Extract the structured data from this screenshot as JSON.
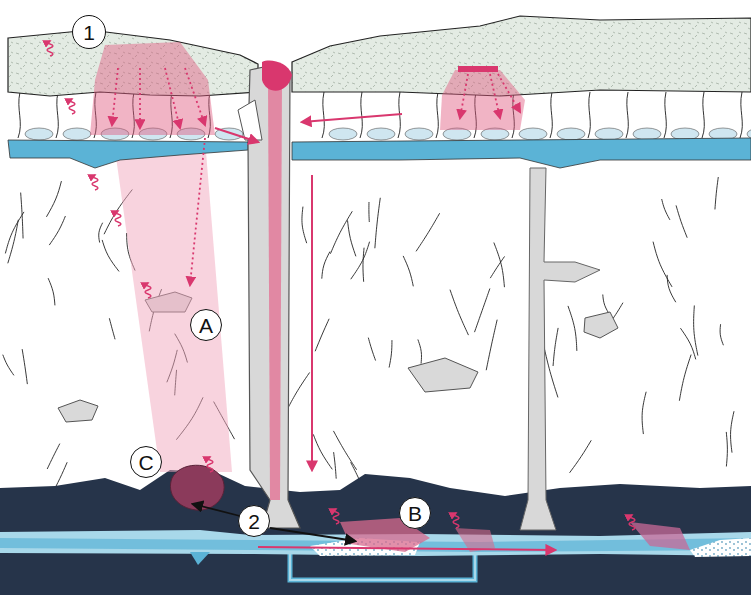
{
  "diagram": {
    "nodes": [
      {
        "text": [
          "1"
        ]
      },
      {
        "text": [
          "A"
        ]
      },
      {
        "text": [
          "C"
        ]
      },
      {
        "text": [
          "2"
        ]
      },
      {
        "text": [
          "B"
        ]
      }
    ]
  }
}
